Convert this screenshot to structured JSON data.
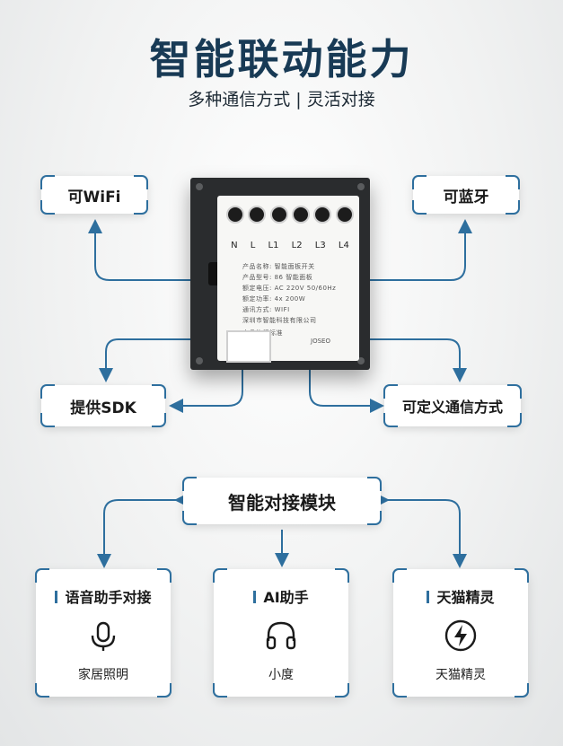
{
  "header": {
    "title": "智能联动能力",
    "subtitle": "多种通信方式 | 灵活对接"
  },
  "device": {
    "pins": [
      "N",
      "L",
      "L1",
      "L2",
      "L3",
      "L4"
    ],
    "spec_lines": [
      "产品名称: 智能面板开关",
      "产品型号: 86 智能面板",
      "额定电压: AC 220V 50/60Hz",
      "额定功率: 4x 200W",
      "通讯方式: WIFI",
      "深圳市智能科技有限公司",
      "产品执行标准"
    ],
    "small_code": "JOSEO"
  },
  "callouts": {
    "wifi": "可WiFi",
    "bluetooth": "可蓝牙",
    "sdk": "提供SDK",
    "custom_comm": "可定义通信方式"
  },
  "integration": {
    "label": "智能对接模块"
  },
  "cards": [
    {
      "title": "语音助手对接",
      "sub": "家居照明",
      "icon": "voice-assistant-icon"
    },
    {
      "title": "AI助手",
      "sub": "小度",
      "icon": "headphones-icon"
    },
    {
      "title": "天猫精灵",
      "sub": "天猫精灵",
      "icon": "lightning-icon"
    }
  ],
  "colors": {
    "accent": "#2e6f9e",
    "title": "#183a55"
  }
}
